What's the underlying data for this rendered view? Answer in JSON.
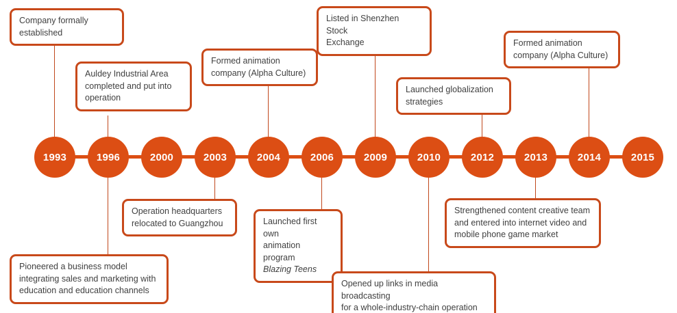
{
  "theme": {
    "node_fill": "#DC4E14",
    "box_border": "#C8491A",
    "stem": "#C0471B",
    "text": "#404040",
    "node_text": "#ffffff",
    "background": "#ffffff"
  },
  "chart_data": {
    "type": "timeline",
    "title": "",
    "orientation": "horizontal",
    "categories": [
      "1993",
      "1996",
      "2000",
      "2003",
      "2004",
      "2006",
      "2009",
      "2010",
      "2012",
      "2013",
      "2014",
      "2015"
    ],
    "events": [
      {
        "year": "1993",
        "side": "above",
        "text": "Company formally established"
      },
      {
        "year": "1996",
        "side": "above",
        "text": "Auldey Industrial Area completed and put into operation"
      },
      {
        "year": "1996",
        "side": "below",
        "text": "Pioneered a business model integrating sales and marketing with education and education channels"
      },
      {
        "year": "2003",
        "side": "below",
        "text": "Operation headquarters relocated to Guangzhou"
      },
      {
        "year": "2004",
        "side": "above",
        "text": "Formed animation company (Alpha Culture)"
      },
      {
        "year": "2006",
        "side": "below",
        "text": "Launched first own animation program Blazing Teens"
      },
      {
        "year": "2009",
        "side": "above",
        "text": "Listed in Shenzhen Stock Exchange"
      },
      {
        "year": "2010",
        "side": "below",
        "text": "Opened up links in media broadcasting for a whole-industry-chain operation"
      },
      {
        "year": "2012",
        "side": "above",
        "text": "Launched globalization strategies"
      },
      {
        "year": "2013",
        "side": "below",
        "text": "Strengthened content creative team and entered into internet video and mobile phone game market"
      },
      {
        "year": "2014",
        "side": "above",
        "text": "Formed animation company (Alpha Culture)"
      }
    ]
  },
  "nodes": {
    "n0": "1993",
    "n1": "1996",
    "n2": "2000",
    "n3": "2003",
    "n4": "2004",
    "n5": "2006",
    "n6": "2009",
    "n7": "2010",
    "n8": "2012",
    "n9": "2013",
    "n10": "2014",
    "n11": "2015"
  },
  "callouts": {
    "company_formally_established": {
      "line1": "Company formally",
      "line2": "established"
    },
    "auldey_industrial_area": {
      "line1": "Auldey Industrial Area",
      "line2": "completed and put into",
      "line3": "operation"
    },
    "formed_animation_2004": {
      "line1": "Formed animation",
      "line2": "company (Alpha Culture)"
    },
    "listed_shenzhen": {
      "line1": "Listed in Shenzhen Stock",
      "line2": "Exchange"
    },
    "launched_globalization": {
      "line1": "Launched globalization",
      "line2": "strategies"
    },
    "formed_animation_2014": {
      "line1": "Formed animation",
      "line2": "company (Alpha Culture)"
    },
    "operation_headquarters": {
      "line1": "Operation headquarters",
      "line2": "relocated to Guangzhou"
    },
    "pioneered_business_model": {
      "line1": "Pioneered a business model",
      "line2": "integrating sales and marketing with",
      "line3": "education and education channels"
    },
    "launched_first_animation": {
      "line1": "Launched first own",
      "line2": "animation program",
      "line3_italic": "Blazing Teens"
    },
    "opened_up_links": {
      "line1": "Opened up links in media broadcasting",
      "line2": "for a whole-industry-chain operation"
    },
    "strengthened_content": {
      "line1": "Strengthened content creative team",
      "line2": "and entered into internet video and",
      "line3": "mobile phone game market"
    }
  }
}
